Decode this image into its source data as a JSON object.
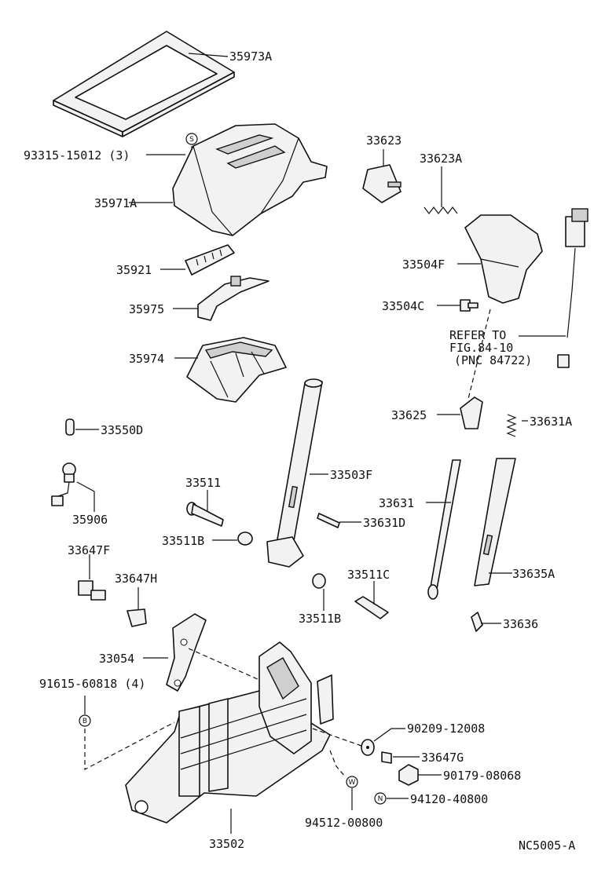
{
  "diagram_code": "NC5005-A",
  "note": {
    "line1": "REFER TO",
    "line2": "FIG.84-10",
    "line3": "(PNC 84722)"
  },
  "symbols": {
    "s": "S",
    "b": "B",
    "w": "W",
    "n": "N"
  },
  "labels": {
    "p35973A": "35973A",
    "p93315": "93315-15012 (3)",
    "p35971A": "35971A",
    "p35921": "35921",
    "p35975": "35975",
    "p35974": "35974",
    "p33550D": "33550D",
    "p35906": "35906",
    "p33647F": "33647F",
    "p33647H": "33647H",
    "p33054": "33054",
    "p91615": "91615-60818 (4)",
    "p33511": "33511",
    "p33511B_1": "33511B",
    "p33503F": "33503F",
    "p33631D": "33631D",
    "p33511B_2": "33511B",
    "p33511C": "33511C",
    "p33623": "33623",
    "p33623A": "33623A",
    "p33504F": "33504F",
    "p33504C": "33504C",
    "p33625": "33625",
    "p33631A": "33631A",
    "p33631": "33631",
    "p33635A": "33635A",
    "p33636": "33636",
    "p90209": "90209-12008",
    "p33647G": "33647G",
    "p90179": "90179-08068",
    "p94120": "94120-40800",
    "p94512": "94512-00800",
    "p33502": "33502"
  }
}
